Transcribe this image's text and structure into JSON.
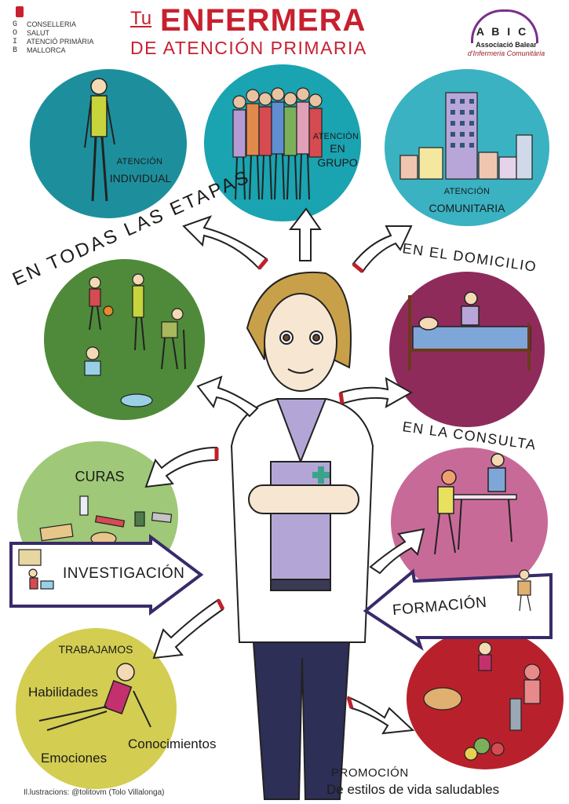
{
  "logo_left": {
    "letters": [
      "G",
      "O",
      "I",
      "B"
    ],
    "lines": [
      "CONSELLERIA",
      "SALUT",
      "ATENCIÓ PRIMÀRIA",
      "MALLORCA"
    ]
  },
  "title": {
    "prefix": "Tu",
    "main": "ENFERMERA",
    "sub": "DE ATENCIÓN PRIMARIA"
  },
  "logo_right": {
    "mark": "A B I C",
    "line1": "Associació Balear",
    "line2": "d'Infermeria Comunitària"
  },
  "circles": {
    "individual": {
      "l1": "ATENCIÓN",
      "l2": "INDIVIDUAL"
    },
    "grupo": {
      "l1": "ATENCIÓN",
      "l2": "EN",
      "l3": "GRUPO"
    },
    "comunitaria": {
      "l1": "ATENCIÓN",
      "l2": "COMUNITARIA"
    },
    "curas": {
      "label": "CURAS"
    },
    "trabajamos": {
      "label": "TRABAJAMOS",
      "w1": "Habilidades",
      "w2": "Conocimientos",
      "w3": "Emociones"
    }
  },
  "arcs": {
    "etapas": "EN TODAS LAS ETAPAS",
    "domicilio": "EN EL DOMICILIO",
    "consulta": "EN LA CONSULTA"
  },
  "arrows": {
    "investigacion": "INVESTIGACIÓN",
    "formacion": "FORMACIÓN"
  },
  "promocion": {
    "title": "PROMOCIÓN",
    "sub": "De estilos de vida saludables"
  },
  "credit": "Il.lustracions: @tolitovm (Tolo Villalonga)",
  "colors": {
    "title_red": "#c8202f",
    "individual": "#1d8f9c",
    "grupo": "#1aa3b0",
    "comunitaria": "#3ab2c2",
    "etapas": "#4f8a3a",
    "domicilio": "#8f2b5b",
    "curas": "#9fc878",
    "consulta": "#c86a98",
    "trabajamos": "#d3cd52",
    "promocion": "#b8212b",
    "arrow_red": "#c0202a"
  }
}
